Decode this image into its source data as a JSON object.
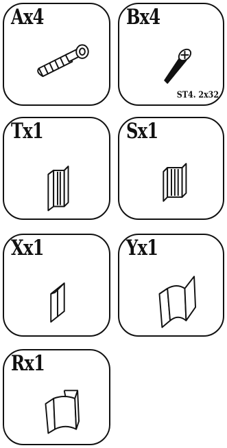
{
  "parts": [
    {
      "id": "A",
      "label": "Ax4",
      "icon": "anchor-bolt-icon"
    },
    {
      "id": "B",
      "label": "Bx4",
      "icon": "screw-icon",
      "spec": "ST4. 2x32"
    },
    {
      "id": "T",
      "label": "Tx1",
      "icon": "t-connector-icon"
    },
    {
      "id": "S",
      "label": "Sx1",
      "icon": "s-connector-icon"
    },
    {
      "id": "X",
      "label": "Xx1",
      "icon": "x-bracket-icon"
    },
    {
      "id": "Y",
      "label": "Yx1",
      "icon": "y-bracket-icon"
    },
    {
      "id": "R",
      "label": "Rx1",
      "icon": "r-bracket-icon"
    }
  ]
}
